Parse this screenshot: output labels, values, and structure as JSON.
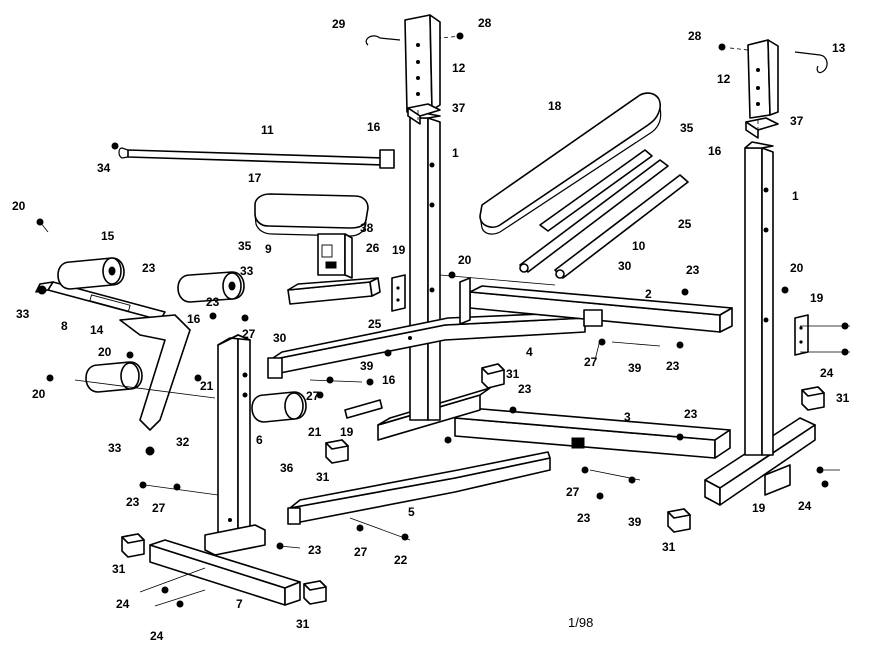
{
  "footer": "1/98",
  "labels": {
    "l1a": "1",
    "l1b": "1",
    "l2": "2",
    "l3": "3",
    "l4": "4",
    "l5": "5",
    "l6": "6",
    "l7": "7",
    "l8": "8",
    "l9": "9",
    "l10": "10",
    "l11": "11",
    "l12a": "12",
    "l12b": "12",
    "l13": "13",
    "l14": "14",
    "l15": "15",
    "l16a": "16",
    "l16b": "16",
    "l16c": "16",
    "l16d": "16",
    "l17": "17",
    "l18": "18",
    "l19a": "19",
    "l19b": "19",
    "l19c": "19",
    "l19d": "19",
    "l20a": "20",
    "l20b": "20",
    "l20c": "20",
    "l20d": "20",
    "l20e": "20",
    "l21a": "21",
    "l21b": "21",
    "l22": "22",
    "l23a": "23",
    "l23b": "23",
    "l23c": "23",
    "l23d": "23",
    "l23e": "23",
    "l23f": "23",
    "l23g": "23",
    "l23h": "23",
    "l23i": "23",
    "l24a": "24",
    "l24b": "24",
    "l24c": "24",
    "l24d": "24",
    "l25a": "25",
    "l25b": "25",
    "l26": "26",
    "l27a": "27",
    "l27b": "27",
    "l27c": "27",
    "l27d": "27",
    "l27e": "27",
    "l28a": "28",
    "l28b": "28",
    "l29": "29",
    "l30a": "30",
    "l30b": "30",
    "l31a": "31",
    "l31b": "31",
    "l31c": "31",
    "l31d": "31",
    "l31e": "31",
    "l31f": "31",
    "l32": "32",
    "l33a": "33",
    "l33b": "33",
    "l33c": "33",
    "l34": "34",
    "l35a": "35",
    "l35b": "35",
    "l36": "36",
    "l37a": "37",
    "l37b": "37",
    "l38": "38",
    "l39a": "39",
    "l39b": "39",
    "l39c": "39"
  }
}
